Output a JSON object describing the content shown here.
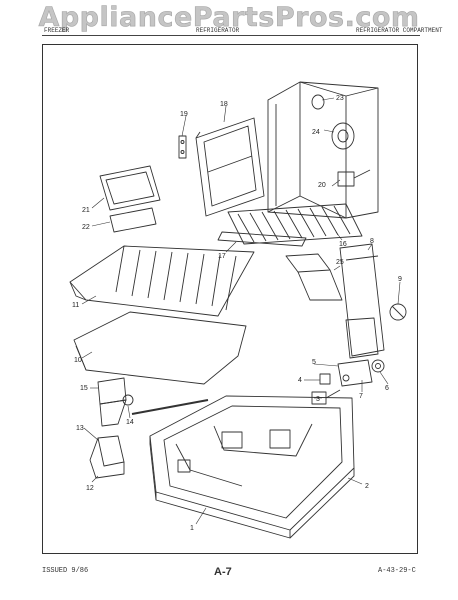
{
  "watermark": "AppliancePartsPros.com",
  "header": {
    "left": "FREEZER",
    "middle": "REFRIGERATOR",
    "right": "REFRIGERATOR COMPARTMENT"
  },
  "footer": {
    "issued": "ISSUED 9/86",
    "page": "A-7",
    "code": "A-43-29-C"
  },
  "callouts": [
    "1",
    "2",
    "3",
    "4",
    "5",
    "6",
    "7",
    "8",
    "9",
    "10",
    "11",
    "12",
    "13",
    "14",
    "15",
    "16",
    "17",
    "18",
    "19",
    "20",
    "21",
    "22",
    "23",
    "24",
    "25"
  ]
}
